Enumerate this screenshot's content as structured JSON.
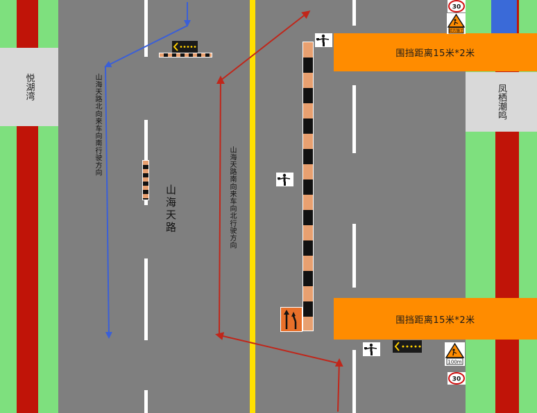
{
  "labels": {
    "left_block": "悦湖湾",
    "right_block": "凤栖潮鸣",
    "road_name": "山海天路",
    "north_direction": "山海天路北向来车向南行驶方向",
    "south_direction": "山海天路南向来车向北行驶方向"
  },
  "barriers": {
    "top": "围挡距离15米*2米",
    "bottom": "围挡距离15米*2米"
  },
  "signs": {
    "speed_top": "30",
    "speed_bottom": "30",
    "work_top_caption": "前方施工",
    "work_bottom_caption": "100m"
  },
  "colors": {
    "verge": "#7ee07e",
    "road": "#7f7f7f",
    "bike_lane": "#c01408",
    "center_line": "#ffe000",
    "barrier": "#ff8c00",
    "arrow_north": "#3a5fd8",
    "arrow_south": "#c0261a",
    "side_block": "#d9d9d9",
    "water_block": "#3a6ad8"
  }
}
